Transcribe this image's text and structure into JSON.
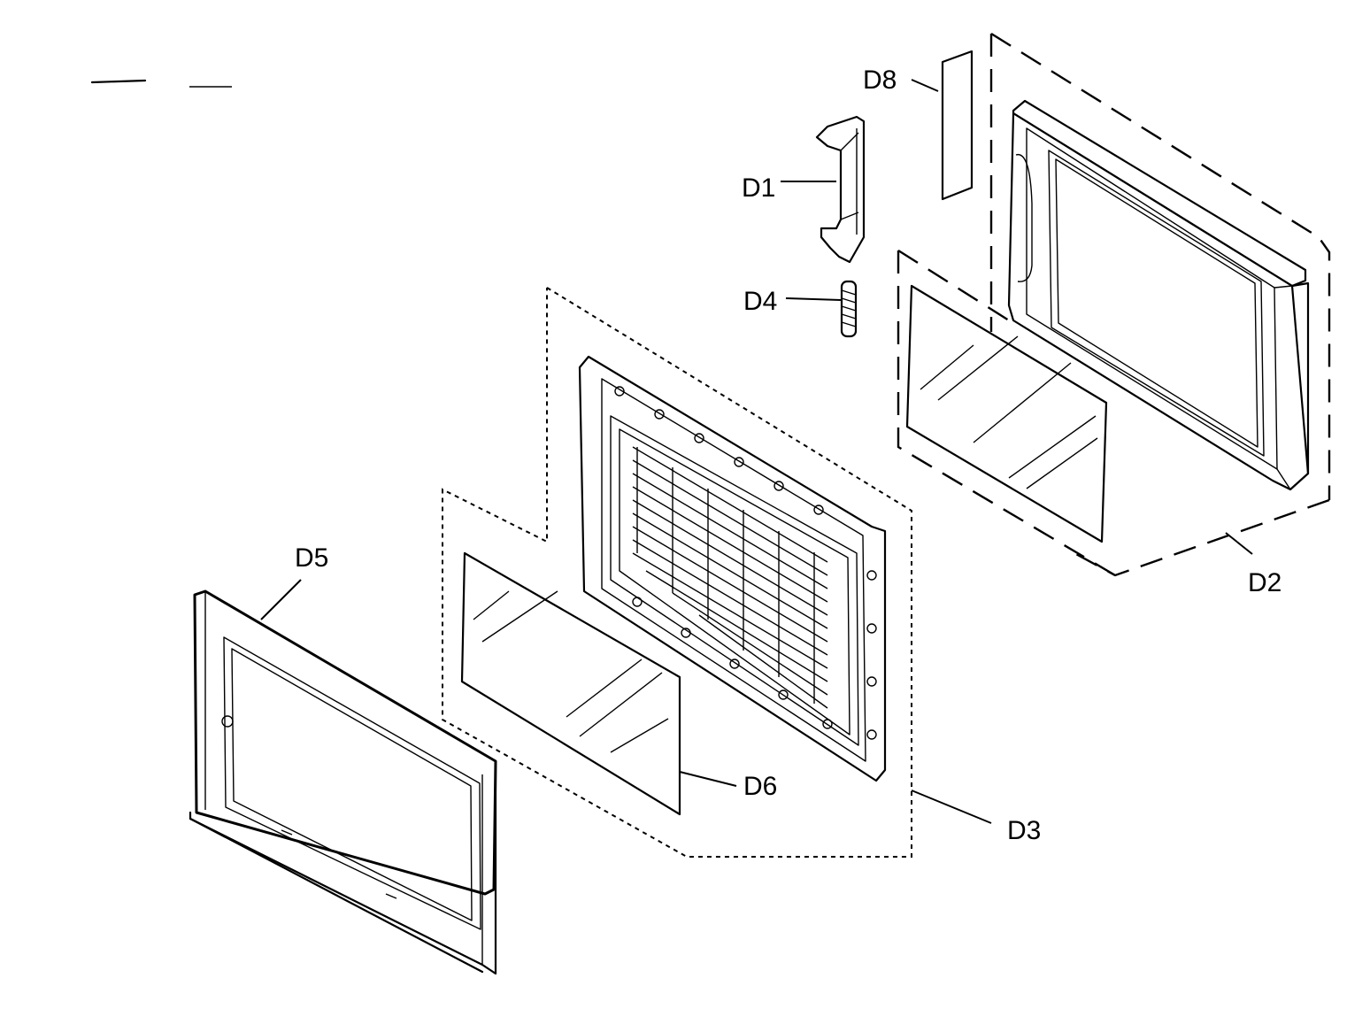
{
  "diagram": {
    "labels": {
      "d1": "D1",
      "d2": "D2",
      "d3": "D3",
      "d4": "D4",
      "d5": "D5",
      "d6": "D6",
      "d8": "D8"
    }
  }
}
